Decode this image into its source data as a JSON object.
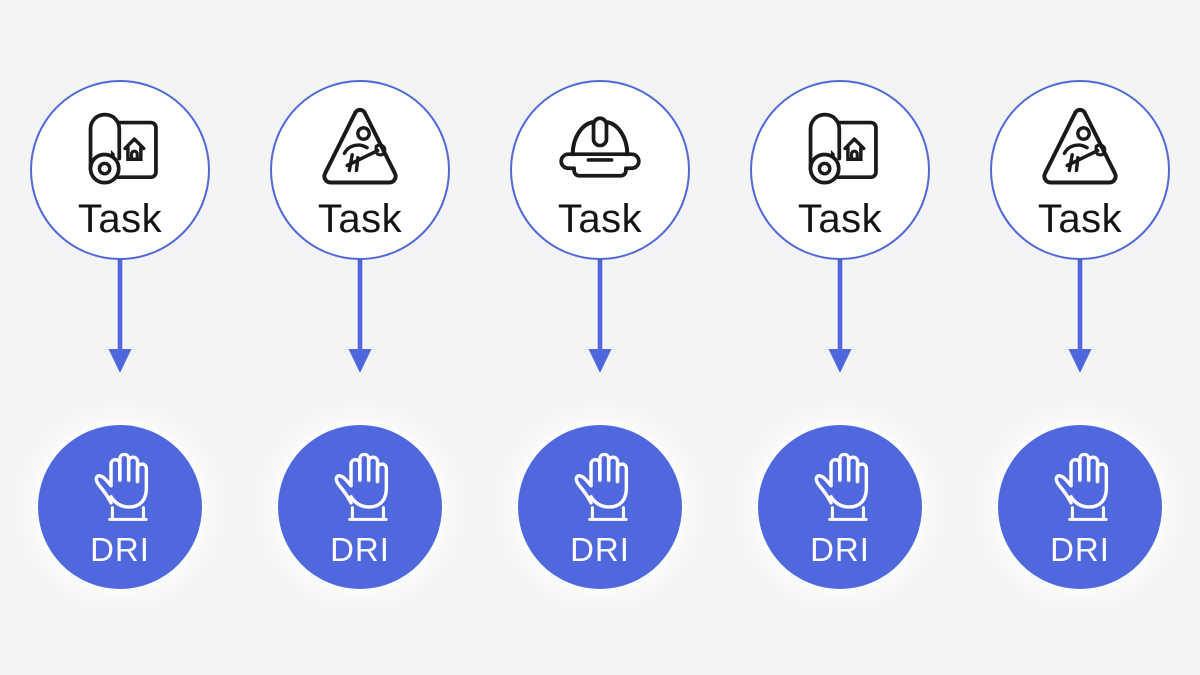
{
  "diagram": {
    "description": "Five task-to-DRI assignment columns, each mapping a Task node to a DRI node with a downward arrow",
    "colors": {
      "background": "#f4f4f6",
      "accent_blue": "#4e67dc",
      "dri_circle_fill": "#4f68dd",
      "task_circle_fill": "#ffffff",
      "task_text": "#141414",
      "dri_text": "#ffffff",
      "icon_stroke_dark": "#1a1a1a",
      "icon_stroke_light": "#ffffff"
    },
    "columns": [
      {
        "task_label": "Task",
        "task_icon": "blueprint-house-icon",
        "arrow_icon": "down-arrow-icon",
        "dri_label": "DRI",
        "dri_icon": "raised-hand-icon"
      },
      {
        "task_label": "Task",
        "task_icon": "roadwork-sign-icon",
        "arrow_icon": "down-arrow-icon",
        "dri_label": "DRI",
        "dri_icon": "raised-hand-icon"
      },
      {
        "task_label": "Task",
        "task_icon": "hard-hat-icon",
        "arrow_icon": "down-arrow-icon",
        "dri_label": "DRI",
        "dri_icon": "raised-hand-icon"
      },
      {
        "task_label": "Task",
        "task_icon": "blueprint-house-icon",
        "arrow_icon": "down-arrow-icon",
        "dri_label": "DRI",
        "dri_icon": "raised-hand-icon"
      },
      {
        "task_label": "Task",
        "task_icon": "roadwork-sign-icon",
        "arrow_icon": "down-arrow-icon",
        "dri_label": "DRI",
        "dri_icon": "raised-hand-icon"
      }
    ]
  }
}
